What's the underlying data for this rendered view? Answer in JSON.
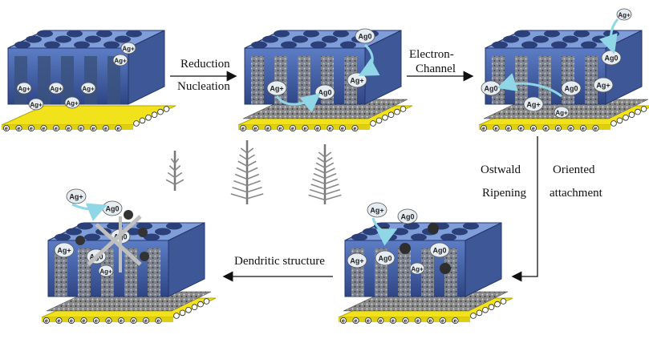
{
  "labels": {
    "reduction": "Reduction",
    "nucleation": "Nucleation",
    "electron": "Electron-",
    "channel": "Channel",
    "ostwald": "Ostwald",
    "ripening": "Ripening",
    "oriented": "Oriented",
    "attachment": "attachment",
    "dendritic": "Dendritic structure"
  },
  "ions": {
    "ag_plus": "Ag+",
    "ag_zero": "Ag0",
    "electron": "e"
  },
  "colors": {
    "block_top": "#7f9ed9",
    "block_front": "#4e6fb8",
    "block_dark": "#2b3f78",
    "substrate": "#f2e21c",
    "gray_layer": "#7a7a7a",
    "bubble": "#e6edf2",
    "arrow": "#8fd6e6"
  }
}
